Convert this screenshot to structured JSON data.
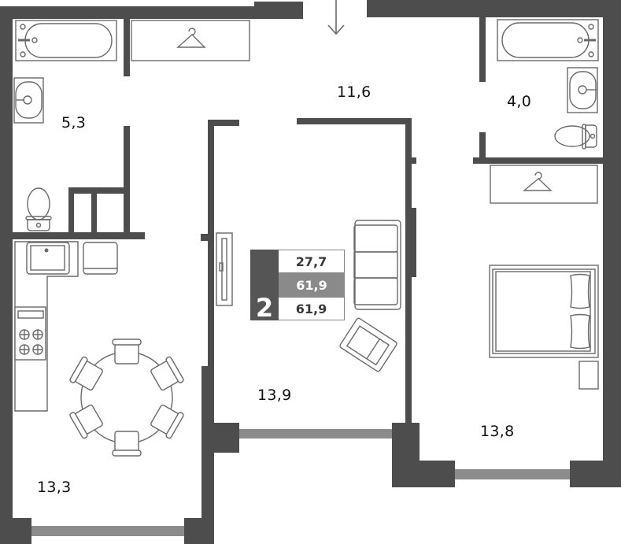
{
  "plan": {
    "rooms": [
      {
        "id": "bathroom-1",
        "area": "5,3"
      },
      {
        "id": "hallway",
        "area": "11,6"
      },
      {
        "id": "bathroom-2",
        "area": "4,0"
      },
      {
        "id": "living-room",
        "area": "13,9"
      },
      {
        "id": "bedroom",
        "area": "13,8"
      },
      {
        "id": "kitchen",
        "area": "13,3"
      }
    ],
    "entrance_icon": "arrow-down-icon",
    "colors": {
      "wall": "#4d4d4d",
      "window": "#8c8c8c",
      "fixture_stroke": "#6a6a6a"
    }
  },
  "badge": {
    "rooms_count": "2",
    "living_area": "27,7",
    "total_area": "61,9",
    "total_area_2": "61,9"
  }
}
